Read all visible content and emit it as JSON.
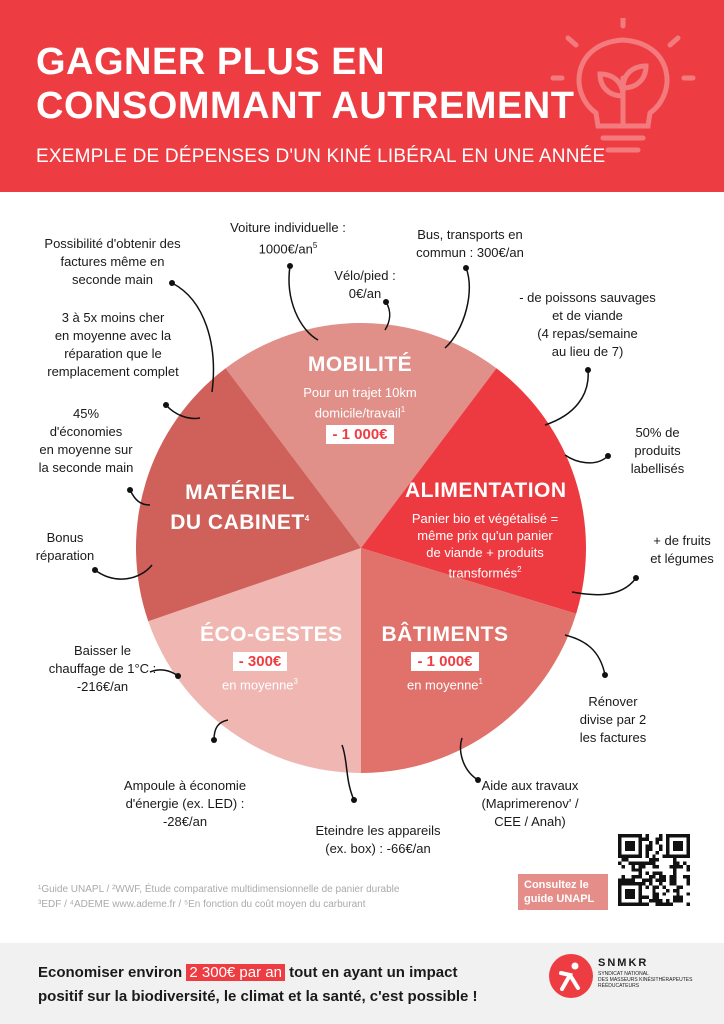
{
  "header": {
    "title_line1": "GAGNER PLUS EN",
    "title_line2": "CONSOMMANT AUTREMENT",
    "subtitle": "EXEMPLE DE DÉPENSES D'UN KINÉ LIBÉRAL EN UNE ANNÉE"
  },
  "colors": {
    "brand": "#ee3d42",
    "mobilite": "#e08f89",
    "alimentation": "#ec3a40",
    "batiments": "#e0716b",
    "eco_gestes": "#efb6b2",
    "materiel": "#cf605a"
  },
  "slices": {
    "mobilite": {
      "title": "MOBILITÉ",
      "text1": "Pour un trajet 10km",
      "text2": "domicile/travail",
      "sup": "1",
      "amount": "- 1 000€"
    },
    "alimentation": {
      "title": "ALIMENTATION",
      "text1": "Panier bio et végétalisé =",
      "text2": "même prix qu'un panier",
      "text3": "de viande + produits",
      "text4": "transformés",
      "sup": "2"
    },
    "batiments": {
      "title": "BÂTIMENTS",
      "amount": "- 1 000€",
      "text1": "en moyenne",
      "sup": "1"
    },
    "eco_gestes": {
      "title": "ÉCO-GESTES",
      "amount": "- 300€",
      "text1": "en moyenne",
      "sup": "3"
    },
    "materiel": {
      "title1": "MATÉRIEL",
      "title2": "DU CABINET",
      "sup": "4"
    }
  },
  "callouts": {
    "voiture": [
      "Voiture individuelle :",
      "1000€/an",
      "5"
    ],
    "bus": [
      "Bus, transports en",
      "commun : 300€/an"
    ],
    "velo": [
      "Vélo/pied :",
      "0€/an"
    ],
    "poissons": [
      "- de poissons sauvages",
      "et de viande",
      "(4 repas/semaine",
      "au lieu de 7)"
    ],
    "labellises": [
      "50% de",
      "produits",
      "labellisés"
    ],
    "fruits": [
      "+ de fruits",
      "et légumes"
    ],
    "renover": [
      "Rénover",
      "divise par 2",
      "les factures"
    ],
    "aide": [
      "Aide aux travaux",
      "(Maprimerenov' /",
      "CEE / Anah)"
    ],
    "eteindre": [
      "Eteindre les appareils",
      "(ex. box) : -66€/an"
    ],
    "ampoule": [
      "Ampoule à économie",
      "d'énergie (ex. LED) :",
      "-28€/an"
    ],
    "chauffage": [
      "Baisser le",
      "chauffage de 1°C :",
      "-216€/an"
    ],
    "bonus": [
      "Bonus",
      "réparation"
    ],
    "seconde_main": [
      "45%",
      "d'économies",
      "en moyenne sur",
      "la seconde main"
    ],
    "reparation": [
      "3 à 5x moins cher",
      "en moyenne avec la",
      "réparation que le",
      "remplacement complet"
    ],
    "factures": [
      "Possibilité d'obtenir des",
      "factures même en",
      "seconde main"
    ]
  },
  "notes": {
    "line1": "¹Guide UNAPL / ²WWF, Étude comparative multidimensionnelle de panier durable",
    "line2": "³EDF / ⁴ADEME www.ademe.fr / ⁵En fonction du coût moyen du carburant"
  },
  "cta": {
    "label": "Consultez le guide UNAPL >"
  },
  "footer": {
    "text_before": "Economiser environ",
    "highlight": "2 300€ par an",
    "text_after": "tout en ayant un impact",
    "line2": "positif sur la biodiversité, le climat et la santé, c'est possible !"
  },
  "logo": {
    "name": "SNMKR",
    "sub1": "SYNDICAT NATIONAL",
    "sub2": "DES MASSEURS KINÉSITHÉRAPEUTES",
    "sub3": "RÉÉDUCATEURS"
  }
}
